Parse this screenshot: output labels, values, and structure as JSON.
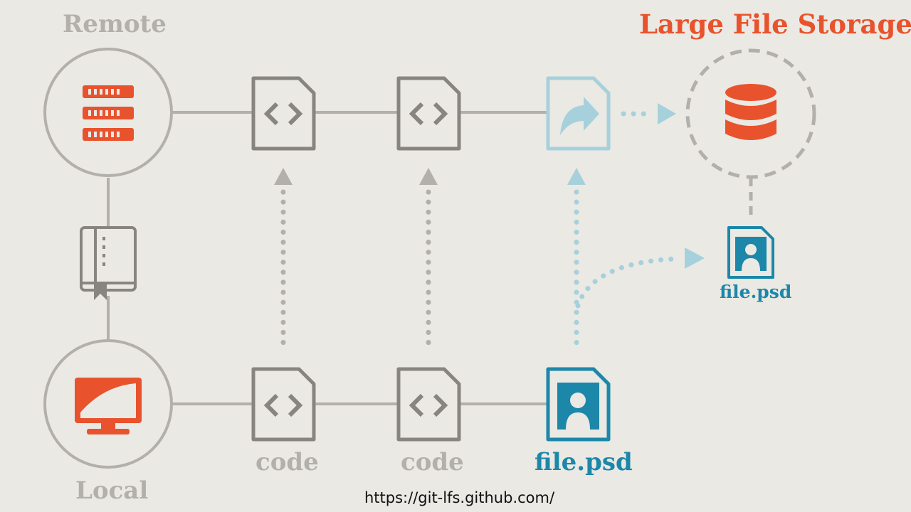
{
  "labels": {
    "remote": "Remote",
    "local": "Local",
    "lfs": "Large File Storage",
    "code_1": "code",
    "code_2": "code",
    "file_main": "file.psd",
    "file_lfs": "file.psd"
  },
  "source_url": "https://git-lfs.github.com/",
  "colors": {
    "background": "#eae9e4",
    "grey": "#888580",
    "light_grey": "#b3b0ab",
    "orange": "#e8532d",
    "blue": "#1c87a9",
    "light_blue": "#a6d1dc"
  },
  "icons": [
    "server-icon",
    "monitor-icon",
    "book-icon",
    "code-file-icon",
    "pointer-file-icon",
    "image-file-icon",
    "database-icon"
  ]
}
